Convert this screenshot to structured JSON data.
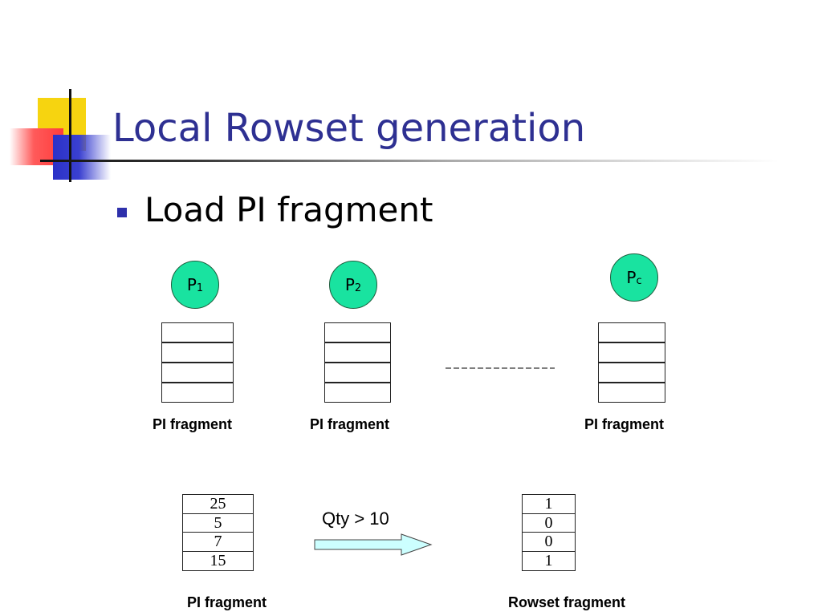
{
  "title": "Local Rowset generation",
  "bullet": "Load PI fragment",
  "nodes": [
    {
      "main": "P",
      "sub": "1"
    },
    {
      "main": "P",
      "sub": "2"
    },
    {
      "main": "P",
      "sub": "c"
    }
  ],
  "fragment_label": "PI fragment",
  "pi_values": [
    "25",
    "5",
    "7",
    "15"
  ],
  "condition": "Qty > 10",
  "rowset_values": [
    "1",
    "0",
    "0",
    "1"
  ],
  "rowset_label": "Rowset fragment",
  "colors": {
    "title": "#2e3092",
    "node_fill": "#19e3a0",
    "arrow_fill": "#ccffff"
  }
}
